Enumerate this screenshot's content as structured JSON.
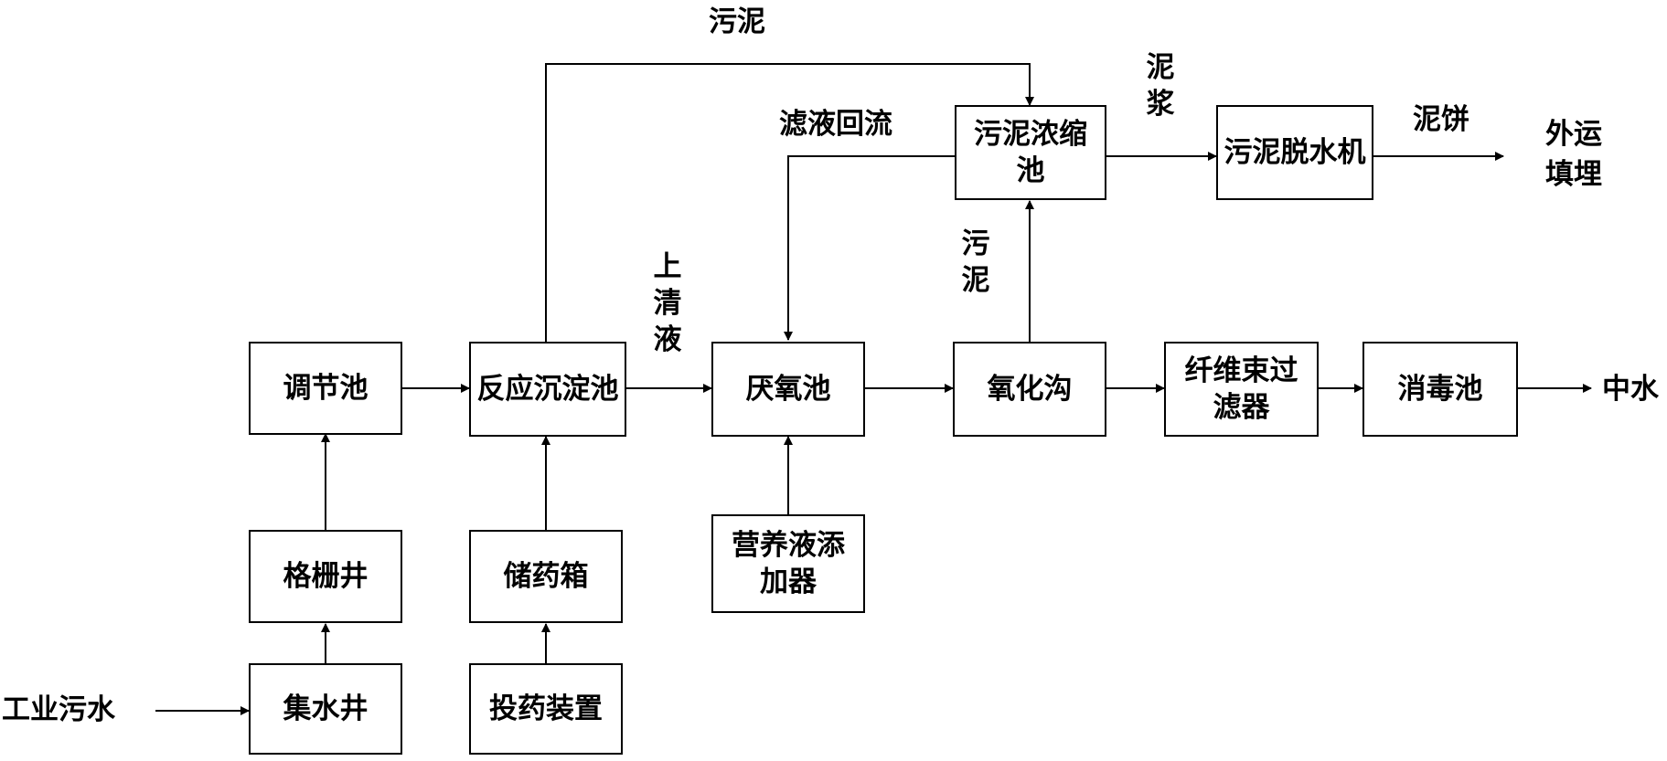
{
  "nodes": {
    "collection_well": "集水井",
    "grille_well": "格栅井",
    "regulating_tank": "调节池",
    "reaction_settling_tank": "反应沉淀池",
    "chemical_storage_box": "储药箱",
    "dosing_device": "投药装置",
    "anaerobic_tank": "厌氧池",
    "nutrient_adder": "营养液添加器",
    "oxidation_ditch": "氧化沟",
    "fiber_bundle_filter": "纤维束过滤器",
    "disinfection_tank": "消毒池",
    "sludge_thickener": "污泥浓缩池",
    "sludge_dewatering_machine": "污泥脱水机"
  },
  "labels": {
    "input": "工业污水",
    "output_reclaimed": "中水",
    "sludge_top": "污泥",
    "filtrate_return": "滤液回流",
    "supernatant": "上清液",
    "sludge_from_ditch": "污泥",
    "slurry": "泥浆",
    "sludge_cake": "泥饼",
    "disposal": "外运填埋"
  }
}
